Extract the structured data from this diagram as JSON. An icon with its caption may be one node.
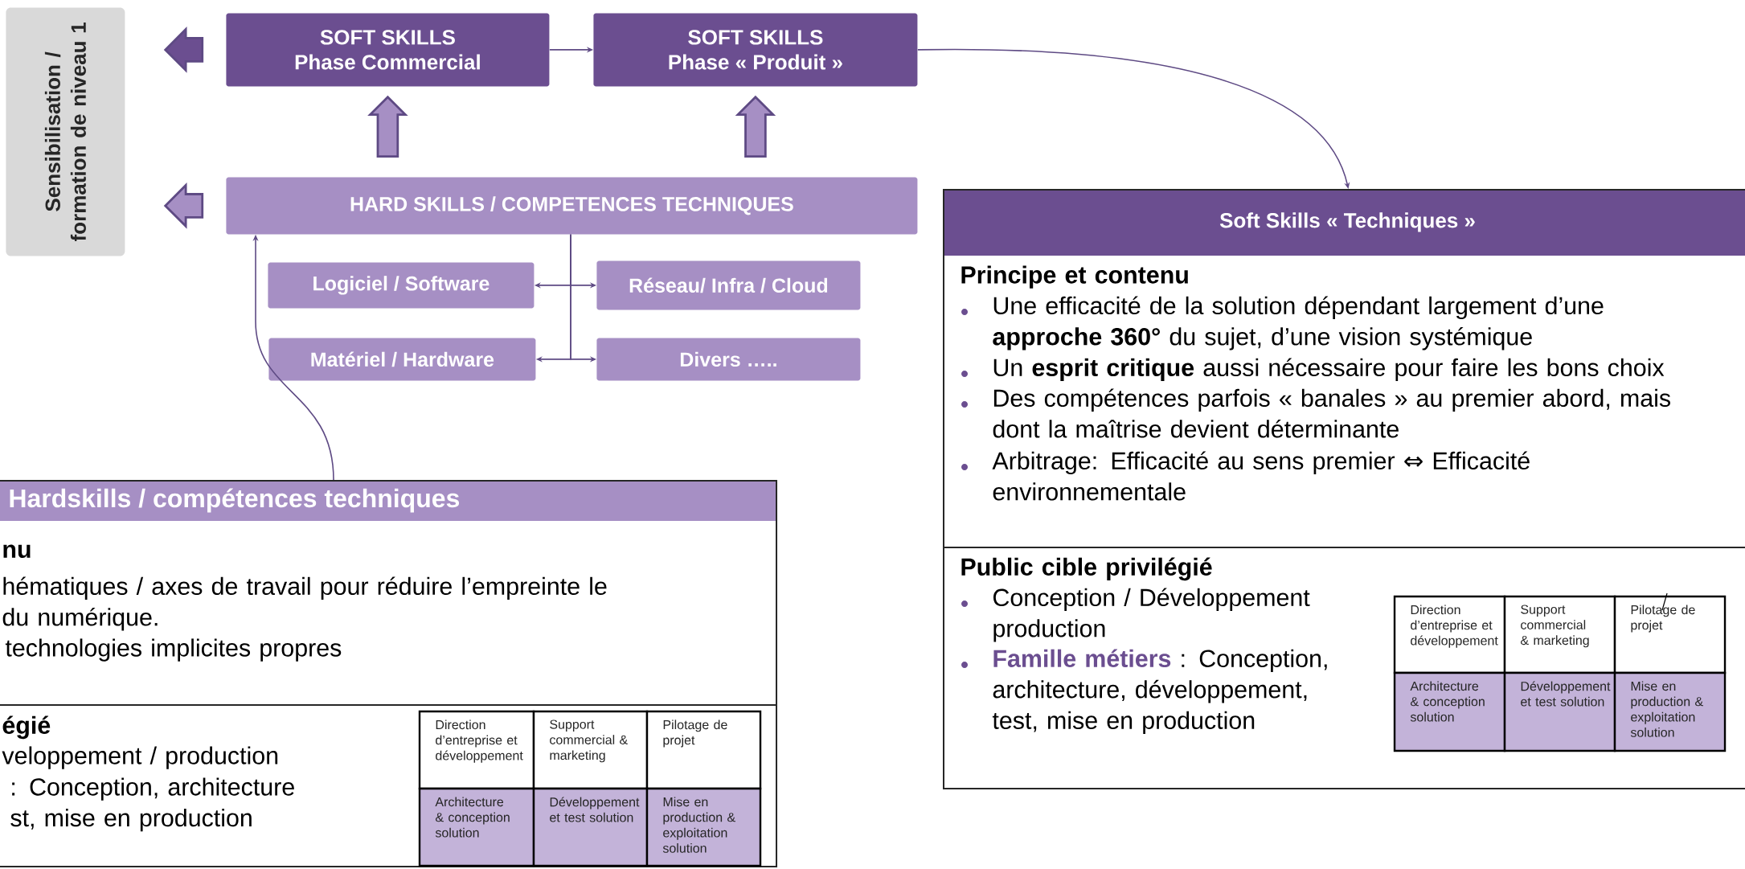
{
  "diagram": {
    "nodes": [
      {
        "text": [
          "Sensibilisation / formation de niveau 1"
        ]
      },
      {
        "text": [
          "SOFT SKILLS",
          "Phase Commercial"
        ]
      },
      {
        "text": [
          "SOFT SKILLS",
          "Phase « Produit »"
        ]
      },
      {
        "text": [
          "HARD SKILLS / COMPETENCES TECHNIQUES"
        ]
      },
      {
        "text": [
          "Logiciel / Software"
        ]
      },
      {
        "text": [
          "Réseau/ Infra / Cloud"
        ]
      },
      {
        "text": [
          "Matériel / Hardware"
        ]
      },
      {
        "text": [
          "Divers ….."
        ]
      },
      {
        "text": [
          "Hardskills / compétences techniques",
          "nu",
          "hématiques / axes de travail pour réduire l’empreinte le du numérique.",
          "technologies implicites propres",
          "égié",
          "veloppement / production",
          ": Conception, architecture st, mise en production"
        ]
      },
      {
        "text": [
          "Soft Skills « Techniques »",
          "Principe et contenu",
          "Une efficacité de la solution dépendant largement d’une **approche 360°** du sujet, d’une vision systémique",
          "Un **esprit critique** aussi nécessaire pour faire les bons choix",
          "Des compétences parfois « banales » au premier abord, mais dont la maîtrise devient déterminante",
          "Arbitrage:  Efficacité au sens premier ⇔ Efficacité environnementale",
          "Public cible privilégié",
          "Conception / Développement production",
          "**Famille métiers** : Conception, architecture, développement, test, mise en production"
        ]
      }
    ],
    "edges": [
      {
        "from": 1,
        "to": 0,
        "arrow": "to",
        "style": "thick",
        "color": "#6b4e90"
      },
      {
        "from": 3,
        "to": 0,
        "arrow": "to",
        "style": "thick"
      },
      {
        "from": 3,
        "to": 1,
        "arrow": "to",
        "style": "thick"
      },
      {
        "from": 3,
        "to": 2,
        "arrow": "to",
        "style": "thick"
      },
      {
        "from": 1,
        "to": 2,
        "arrow": "to"
      },
      {
        "from": 3,
        "to": 4,
        "arrow": "to"
      },
      {
        "from": 3,
        "to": 5,
        "arrow": "to"
      },
      {
        "from": 3,
        "to": 6,
        "arrow": "to"
      },
      {
        "from": 3,
        "to": 7,
        "arrow": "to"
      },
      {
        "from": 2,
        "to": 9,
        "arrow": "to"
      },
      {
        "from": 8,
        "to": 3,
        "arrow": "to"
      }
    ],
    "labels": [
      "Direction d’entreprise et développement",
      "Support commercial & marketing",
      "Pilotage de projet",
      "Architecture & conception solution",
      "Développement et test solution",
      "Mise en production & exploitation solution",
      "Direction d’entreprise et développement",
      "Support commercial & marketing",
      "Pilotage de projet",
      "Architecture & conception solution",
      "Développement et test solution",
      "Mise en production & exploitation solution"
    ]
  }
}
